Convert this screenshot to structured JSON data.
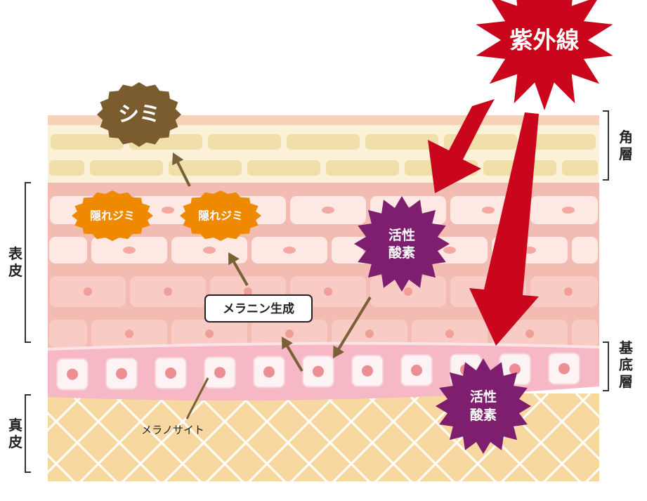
{
  "uv": {
    "label": "紫外線"
  },
  "result": {
    "label": "シミ"
  },
  "hidden_spots": [
    {
      "label": "隠れジミ"
    },
    {
      "label": "隠れジミ"
    }
  ],
  "ros": [
    {
      "line1": "活性",
      "line2": "酸素"
    },
    {
      "line1": "活性",
      "line2": "酸素"
    }
  ],
  "melanin": {
    "label": "メラニン生成"
  },
  "melanocyte": {
    "label": "メラノサイト"
  },
  "layers": {
    "epidermis": {
      "c1": "表",
      "c2": "皮"
    },
    "dermis": {
      "c1": "真",
      "c2": "皮"
    },
    "stratum_corneum": {
      "c1": "角",
      "c2": "層"
    },
    "basal": {
      "c1": "基",
      "c2": "底",
      "c3": "層"
    }
  },
  "colors": {
    "uv_red": "#c9061b",
    "ros_purple": "#7d1e6e",
    "spot_brown": "#7a5c2e",
    "hidden_orange": "#ef8a00",
    "arrow_brown": "#7a6036",
    "corneum": "#f6e9c6",
    "epidermis": "#f2b8b0",
    "basal": "#f3b2bf",
    "dermis": "#f6d79c"
  }
}
